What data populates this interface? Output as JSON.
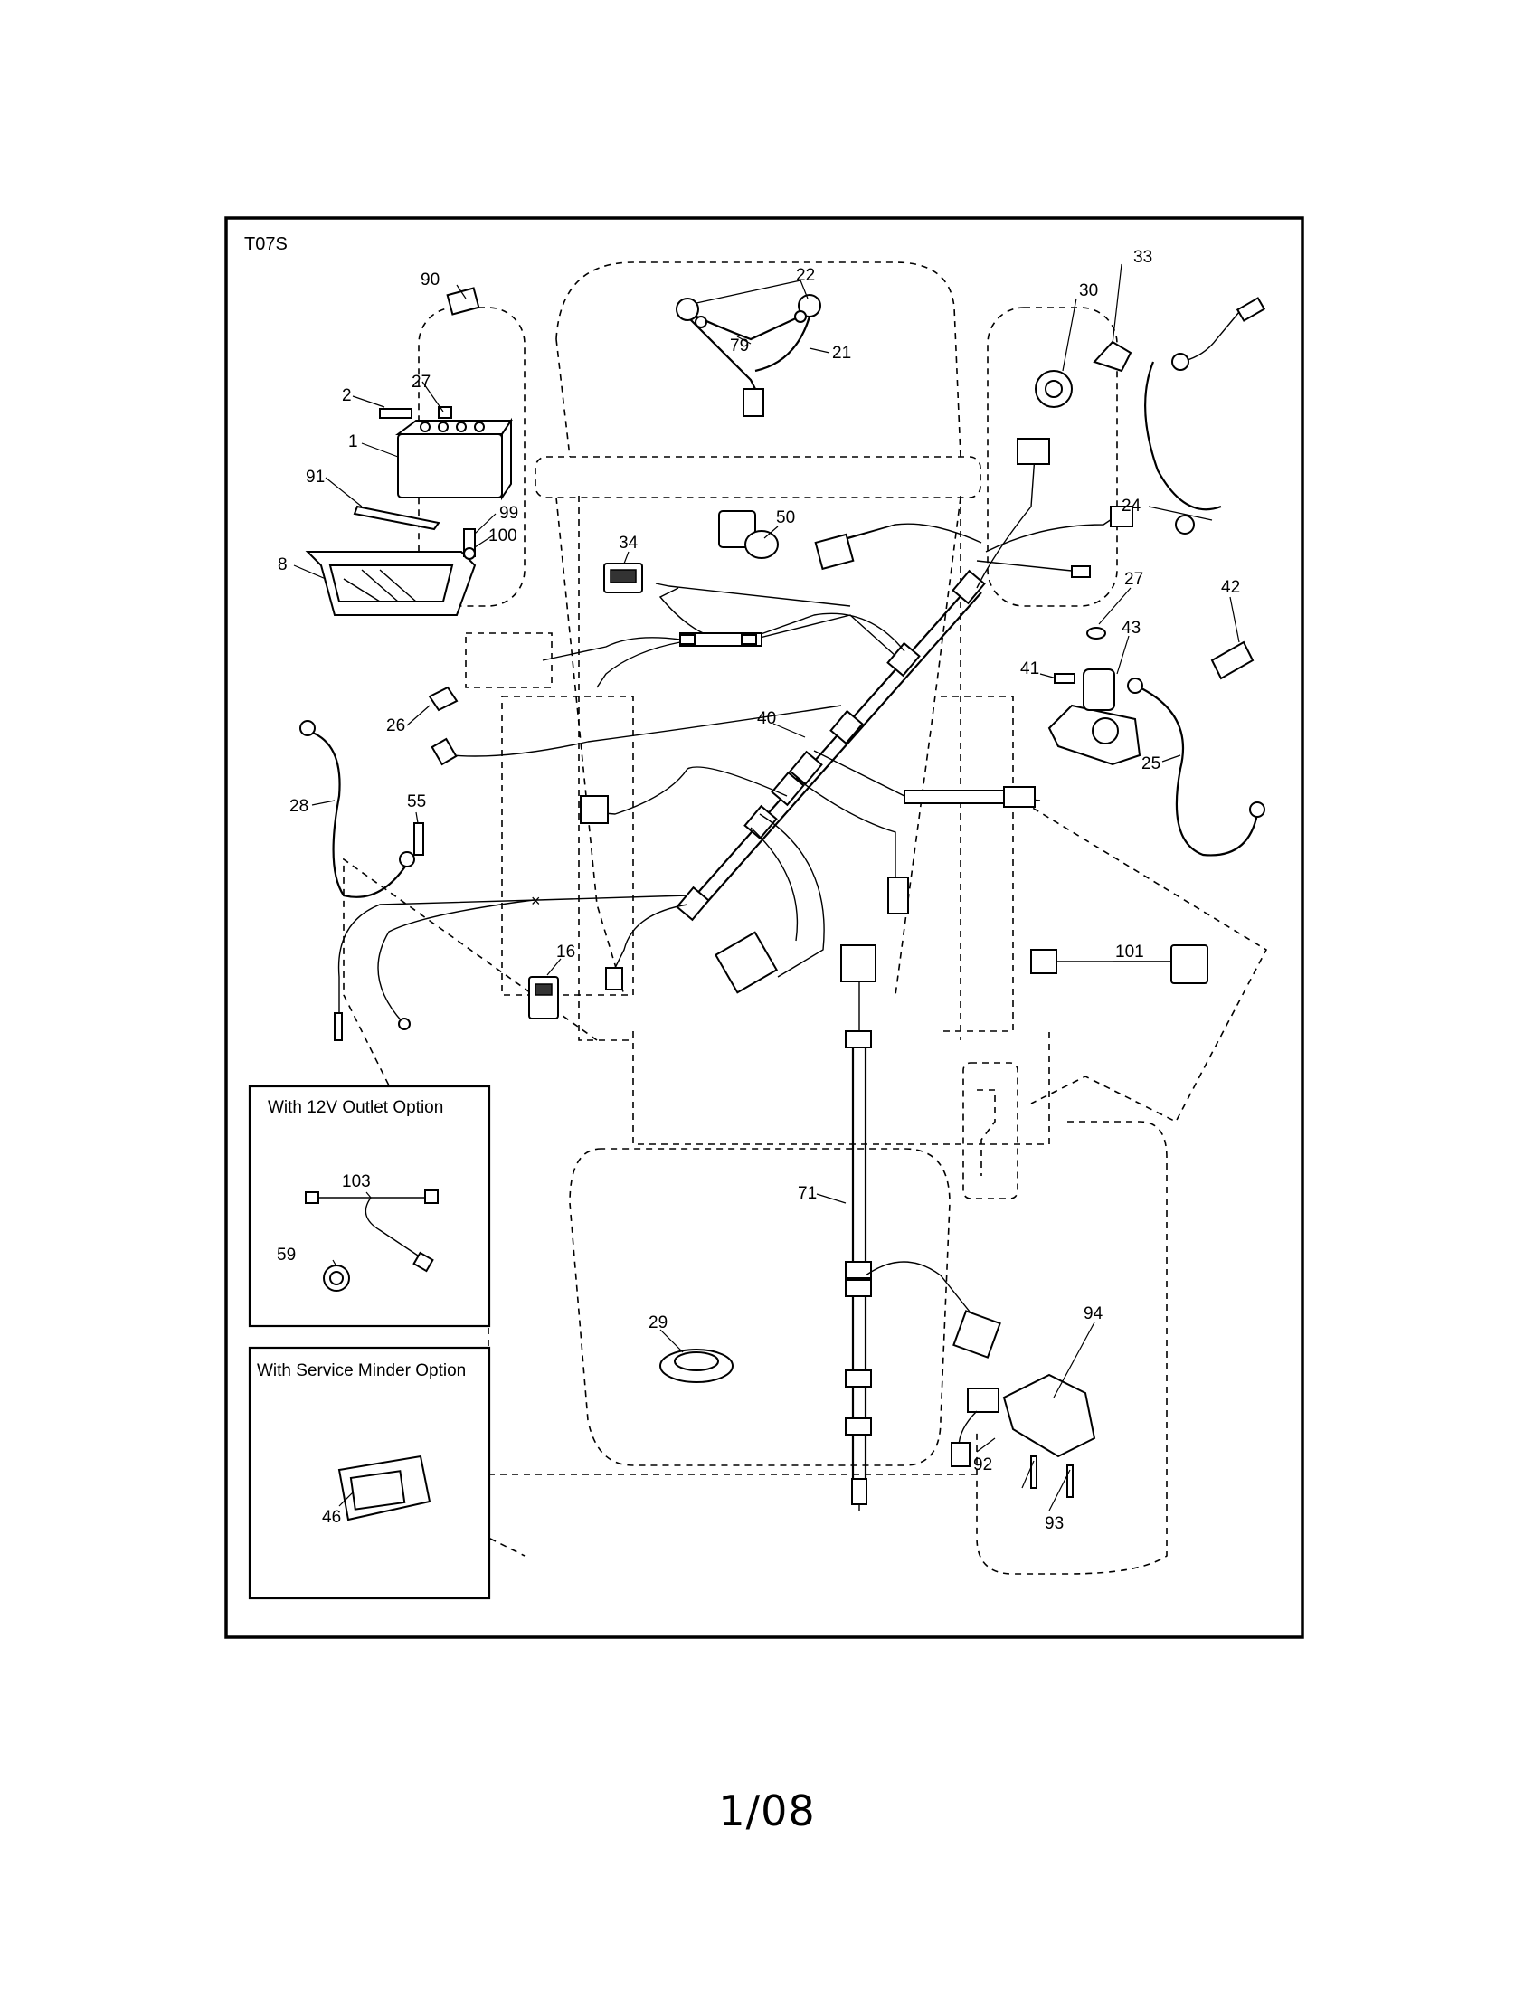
{
  "diagram": {
    "code": "T07S",
    "callouts": [
      {
        "id": "c90",
        "label": "90"
      },
      {
        "id": "c22",
        "label": "22"
      },
      {
        "id": "c79",
        "label": "79"
      },
      {
        "id": "c21",
        "label": "21"
      },
      {
        "id": "c30",
        "label": "30"
      },
      {
        "id": "c33",
        "label": "33"
      },
      {
        "id": "c27a",
        "label": "27"
      },
      {
        "id": "c2",
        "label": "2"
      },
      {
        "id": "c1",
        "label": "1"
      },
      {
        "id": "c91",
        "label": "91"
      },
      {
        "id": "c99",
        "label": "99"
      },
      {
        "id": "c100",
        "label": "100"
      },
      {
        "id": "c8",
        "label": "8"
      },
      {
        "id": "c34",
        "label": "34"
      },
      {
        "id": "c50",
        "label": "50"
      },
      {
        "id": "c24",
        "label": "24"
      },
      {
        "id": "c27b",
        "label": "27"
      },
      {
        "id": "c42",
        "label": "42"
      },
      {
        "id": "c43",
        "label": "43"
      },
      {
        "id": "c41",
        "label": "41"
      },
      {
        "id": "c25",
        "label": "25"
      },
      {
        "id": "c26",
        "label": "26"
      },
      {
        "id": "c40",
        "label": "40"
      },
      {
        "id": "c28",
        "label": "28"
      },
      {
        "id": "c55",
        "label": "55"
      },
      {
        "id": "c16",
        "label": "16"
      },
      {
        "id": "c101",
        "label": "101"
      },
      {
        "id": "c71",
        "label": "71"
      },
      {
        "id": "c29",
        "label": "29"
      },
      {
        "id": "c94",
        "label": "94"
      },
      {
        "id": "c92",
        "label": "92"
      },
      {
        "id": "c93",
        "label": "93"
      }
    ],
    "insets": [
      {
        "title": "With 12V Outlet Option",
        "callouts": [
          {
            "id": "c103",
            "label": "103"
          },
          {
            "id": "c59",
            "label": "59"
          }
        ]
      },
      {
        "title": "With Service Minder Option",
        "callouts": [
          {
            "id": "c46",
            "label": "46"
          }
        ]
      }
    ]
  },
  "page": {
    "number": "1/08"
  }
}
